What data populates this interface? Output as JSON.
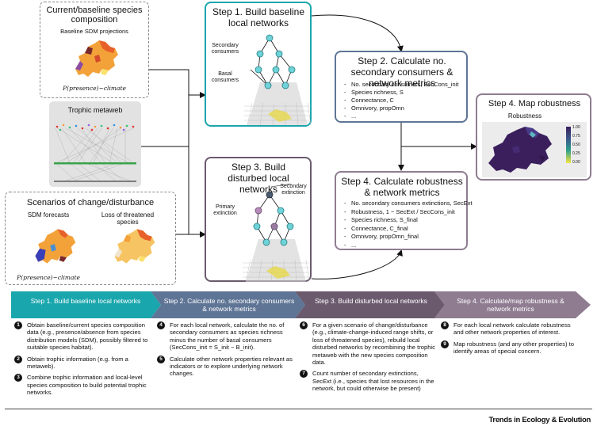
{
  "left": {
    "baseline_title": "Current/baseline species composition",
    "baseline_sub": "Baseline SDM projections",
    "baseline_formula": "P(presence)~climate",
    "metaweb_title": "Trophic metaweb",
    "scenario_title": "Scenarios of change/disturbance",
    "sdm_forecasts": "SDM forecasts",
    "loss_threatened": "Loss of threatened species",
    "scenario_formula": "P(presence)~climate"
  },
  "step1": {
    "title": "Step 1. Build baseline local networks",
    "secondary_label": "Secondary consumers",
    "basal_label": "Basal consumers"
  },
  "step2": {
    "title": "Step 2. Calculate no. secondary consumers & network metrics",
    "metrics": [
      "No. secondary consumers, SecCons_init",
      "Species richness, S",
      "Connectance, C",
      "Omnivory, propOmn",
      "..."
    ]
  },
  "step3": {
    "title": "Step 3. Build disturbed local networks",
    "primary_label": "Primary extinction",
    "secondary_label": "Secondary extinction"
  },
  "step4calc": {
    "title": "Step 4. Calculate robustness & network metrics",
    "metrics": [
      "No. secondary consumers extinctions, SecExt",
      "Robustness, 1 − SecExt / SecCons_init",
      "Species richness, S_final",
      "Connectance, C_final",
      "Omnivory, propOmn_final",
      "..."
    ]
  },
  "step4map": {
    "title": "Step 4. Map robustness",
    "map_title": "Robustness",
    "legend_ticks": [
      "1.00",
      "0.75",
      "0.50",
      "0.25",
      "0.00"
    ]
  },
  "bottom": {
    "chevrons": [
      "Step 1. Build baseline local networks",
      "Step 2. Calculate no. secondary consumers & network metrics",
      "Step 3. Build disturbed local networks",
      "Step 4. Calculate/map robustness & network metrics"
    ],
    "col1": [
      {
        "n": "1",
        "text": "Obtain baseline/current species composition data (e.g., presence/absence from species distribution models (SDM), possibly filtered to suitable species habitat)."
      },
      {
        "n": "2",
        "text": "Obtain trophic information (e.g. from a metaweb)."
      },
      {
        "n": "3",
        "text": "Combine trophic information and local-level species composition to build potential trophic networks."
      }
    ],
    "col2": [
      {
        "n": "4",
        "text": "For each local network, calculate the no. of secondary consumers as species richness minus the number of basal consumers (SecCons_init = S_init − B_init)."
      },
      {
        "n": "5",
        "text": "Calculate other network properties relevant as indicators or to explore underlying network changes."
      }
    ],
    "col3": [
      {
        "n": "6",
        "text": "For a given scenario of change/disturbance (e.g., climate-change-induced range shifts, or loss of threatened species), rebuild local disturbed networks by recombining the trophic metaweb with the new species composition data."
      },
      {
        "n": "7",
        "text": "Count number of secondary extinctions, SecExt (i.e., species that lost resources in the network, but could otherwise be present)"
      }
    ],
    "col4": [
      {
        "n": "8",
        "text": "For each local network calculate robustness and other network properties of interest."
      },
      {
        "n": "9",
        "text": "Map robustness (and any other properties) to identify areas of special concern."
      }
    ]
  },
  "journal": "Trends in Ecology & Evolution",
  "colors": {
    "teal": "#1aa6ad",
    "slate": "#5f7596",
    "plum": "#6b5a6e",
    "mauve": "#8f7c91"
  }
}
